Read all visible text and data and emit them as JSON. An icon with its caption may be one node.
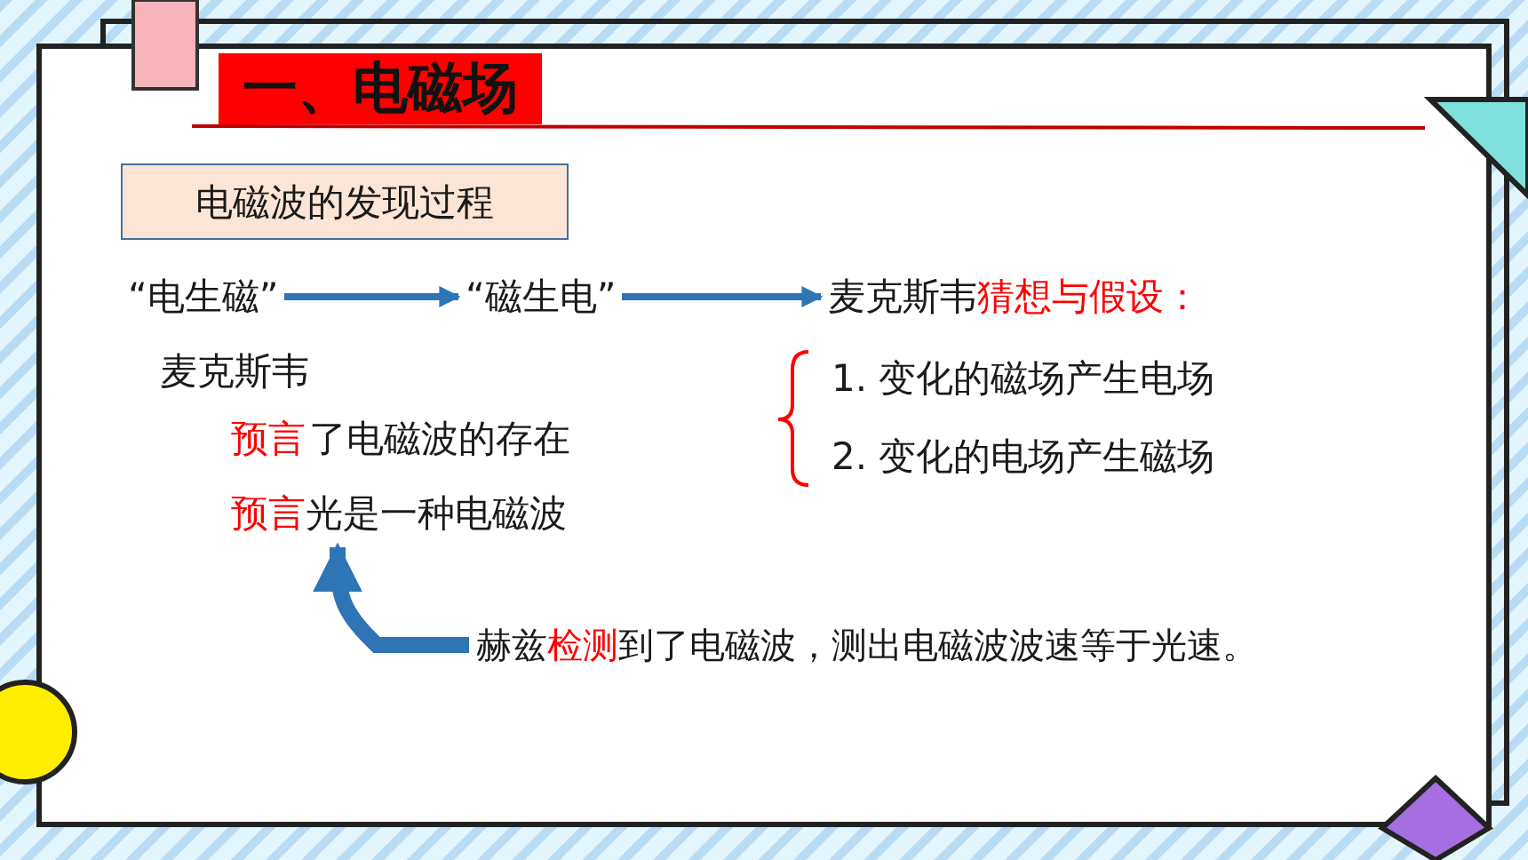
{
  "diagram": {
    "title": "一、电磁场",
    "nodes": [
      {
        "text": [
          "电磁波的发现过程"
        ]
      },
      {
        "text": [
          "“电生磁”"
        ]
      },
      {
        "text": [
          "“磁生电”"
        ]
      },
      {
        "text": [
          "麦克斯韦",
          "猜想与假设："
        ]
      },
      {
        "text": [
          "预言",
          "光是一种电磁波"
        ]
      },
      {
        "text": [
          "赫兹",
          "检测",
          "到了电磁波，测出电磁波波速等于光速。"
        ]
      }
    ],
    "edges": [
      {
        "from": 1,
        "to": 2,
        "arrow": "to"
      },
      {
        "from": 2,
        "to": 3,
        "arrow": "to"
      },
      {
        "from": 5,
        "to": 4,
        "arrow": "to",
        "style": "thick"
      }
    ],
    "labels": [
      "麦克斯韦",
      "预言",
      "了电磁波的存在",
      "1. 变化的磁场产生电场",
      "2. 变化的电场产生磁场"
    ]
  }
}
